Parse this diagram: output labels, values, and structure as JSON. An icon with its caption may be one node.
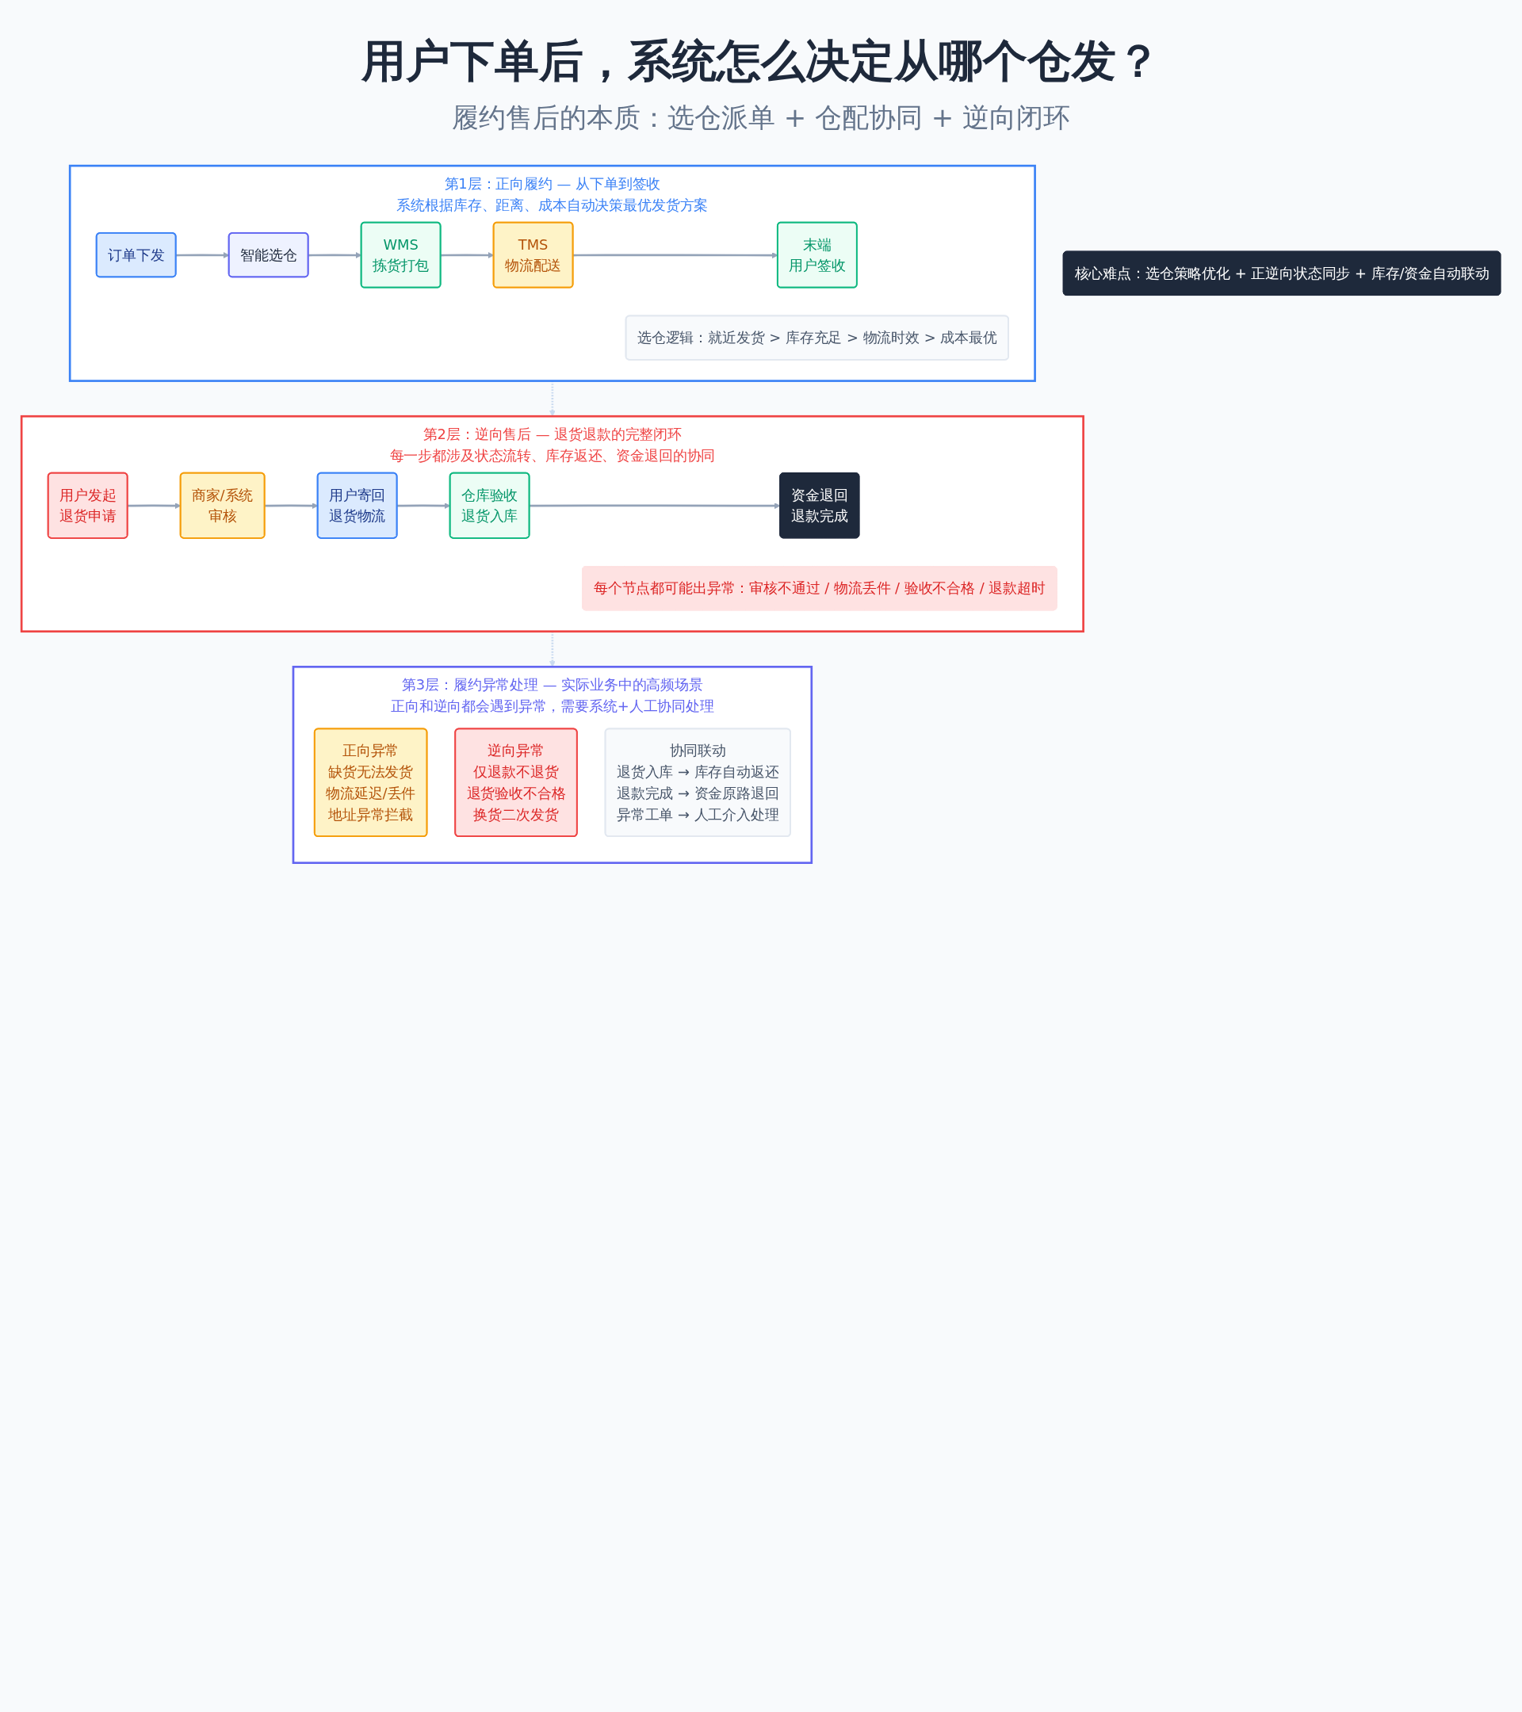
{
  "diagram": {
    "title": "用户下单后，系统怎么决定从哪个仓发？",
    "nodes": [
      {
        "text": [
          "第1层：正向履约 — 从下单到签收",
          "系统根据库存、距离、成本自动决策最优发货方案"
        ]
      },
      {
        "text": [
          "订单下发"
        ],
        "in": 0
      },
      {
        "text": [
          "智能选仓"
        ],
        "in": 0
      },
      {
        "text": [
          "WMS",
          "拣货打包"
        ],
        "in": 0
      },
      {
        "text": [
          "TMS",
          "物流配送"
        ],
        "in": 0
      },
      {
        "text": [
          "末端",
          "用户签收"
        ],
        "in": 0
      },
      {
        "text": [
          "选仓逻辑：就近发货 > 库存充足 > 物流时效 > 成本最优"
        ],
        "in": 0
      },
      {
        "text": [
          "第2层：逆向售后 — 退货退款的完整闭环",
          "每一步都涉及状态流转、库存返还、资金退回的协同"
        ]
      },
      {
        "text": [
          "用户发起",
          "退货申请"
        ],
        "in": 7
      },
      {
        "text": [
          "商家/系统",
          "审核"
        ],
        "in": 7
      },
      {
        "text": [
          "用户寄回",
          "退货物流"
        ],
        "in": 7
      },
      {
        "text": [
          "仓库验收",
          "退货入库"
        ],
        "in": 7
      },
      {
        "text": [
          "资金退回",
          "退款完成"
        ],
        "in": 7
      },
      {
        "text": [
          "每个节点都可能出异常：审核不通过 / 物流丢件 / 验收不合格 / 退款超时"
        ],
        "in": 7
      },
      {
        "text": [
          "第3层：履约异常处理 — 实际业务中的高频场景",
          "正向和逆向都会遇到异常，需要系统+人工协同处理"
        ]
      },
      {
        "text": [
          "正向异常",
          "缺货无法发货",
          "物流延迟/丢件",
          "地址异常拦截"
        ],
        "in": 14
      },
      {
        "text": [
          "逆向异常",
          "仅退款不退货",
          "退货验收不合格",
          "换货二次发货"
        ],
        "in": 14
      },
      {
        "text": [
          "协同联动",
          "退货入库 → 库存自动返还",
          "退款完成 → 资金原路退回",
          "异常工单 → 人工介入处理"
        ],
        "in": 14
      },
      {
        "text": [
          "核心难点：选仓策略优化 + 正逆向状态同步 + 库存/资金自动联动"
        ]
      }
    ],
    "edges": [
      {
        "from": 1,
        "to": 2,
        "arrow": "to"
      },
      {
        "from": 2,
        "to": 3,
        "arrow": "to"
      },
      {
        "from": 3,
        "to": 4,
        "arrow": "to"
      },
      {
        "from": 4,
        "to": 5,
        "arrow": "to"
      },
      {
        "from": 0,
        "to": 7,
        "arrow": "to",
        "style": "dashed",
        "color": "#c9daf0"
      },
      {
        "from": 8,
        "to": 9,
        "arrow": "to"
      },
      {
        "from": 9,
        "to": 10,
        "arrow": "to"
      },
      {
        "from": 10,
        "to": 11,
        "arrow": "to"
      },
      {
        "from": 11,
        "to": 12,
        "arrow": "to"
      },
      {
        "from": 7,
        "to": 14,
        "arrow": "to",
        "style": "dashed",
        "color": "#c9daf0"
      }
    ],
    "labels": [
      "履约售后的本质：选仓派单 + 仓配协同 + 逆向闭环"
    ]
  }
}
